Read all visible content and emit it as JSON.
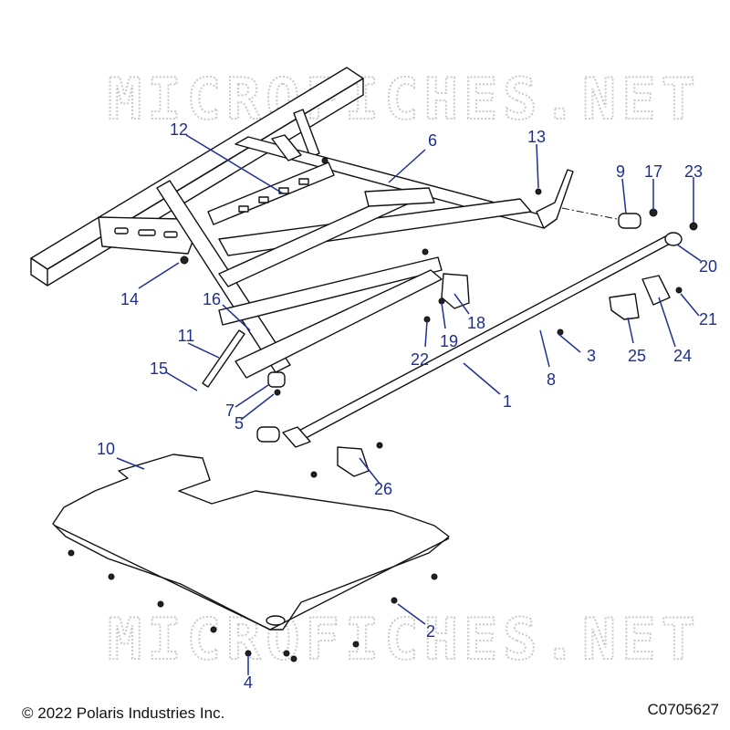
{
  "diagram": {
    "watermark": "MICROFICHES.NET",
    "callouts": [
      "1",
      "2",
      "3",
      "4",
      "5",
      "6",
      "7",
      "8",
      "9",
      "10",
      "11",
      "12",
      "13",
      "14",
      "15",
      "16",
      "17",
      "18",
      "19",
      "20",
      "21",
      "22",
      "23",
      "24",
      "25",
      "26"
    ],
    "copyright": "© 2022 Polaris Industries Inc.",
    "part_code": "C0705627",
    "colors": {
      "callout": "#1f2f8f",
      "line_art": "#111111",
      "watermark": "#c9c9c9"
    }
  }
}
